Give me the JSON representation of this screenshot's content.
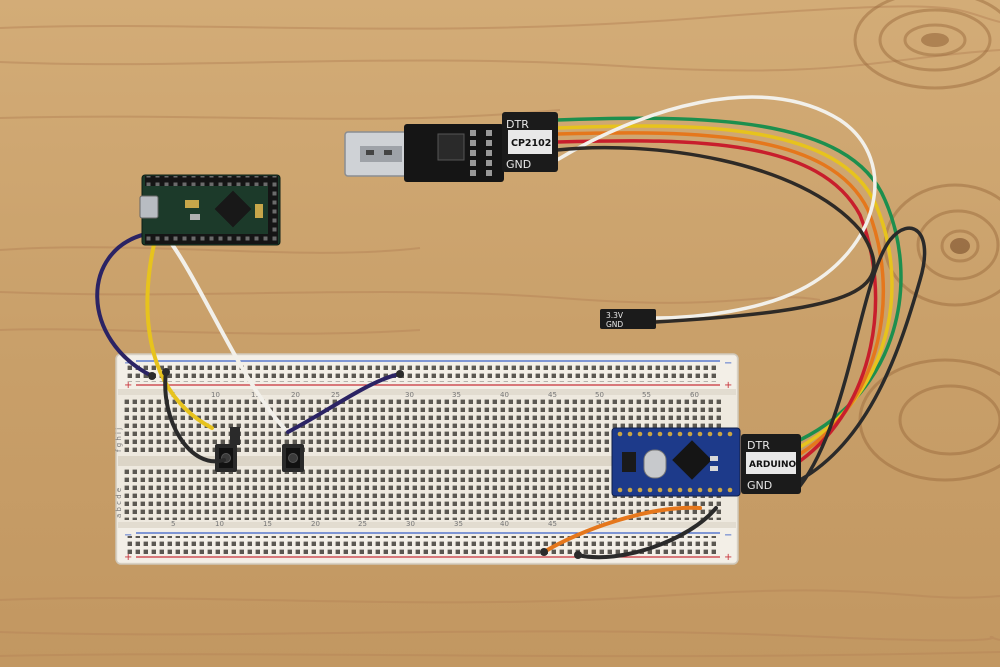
{
  "usb_adapter": {
    "chip_label": "CP2102",
    "top_pin_label": "DTR",
    "bottom_pin_label": "GND"
  },
  "arduino_connector": {
    "board_label": "ARDUINO",
    "top_pin_label": "DTR",
    "bottom_pin_label": "GND"
  },
  "power_connector": {
    "top_label": "3.3V",
    "bottom_label": "GND"
  },
  "breadboard": {
    "column_numbers": [
      "5",
      "10",
      "15",
      "20",
      "25",
      "30",
      "35",
      "40",
      "45",
      "50",
      "55",
      "60"
    ],
    "upper_row_letters": "f g h i j",
    "lower_row_letters": "a b c d e",
    "rail_plus": "+",
    "rail_minus": "−"
  },
  "colors": {
    "wood": "#c9a06a",
    "breadboard": "#efeae0",
    "pcb_green": "#1c3a2a",
    "pcb_blue": "#1d3a8a",
    "wire_green": "#1d8f4e",
    "wire_yellow": "#e7c31d",
    "wire_red": "#c81e2c",
    "wire_orange": "#e5771c",
    "wire_white": "#f2f0ea",
    "wire_black": "#2a2a2a",
    "wire_purple": "#2b2364"
  }
}
